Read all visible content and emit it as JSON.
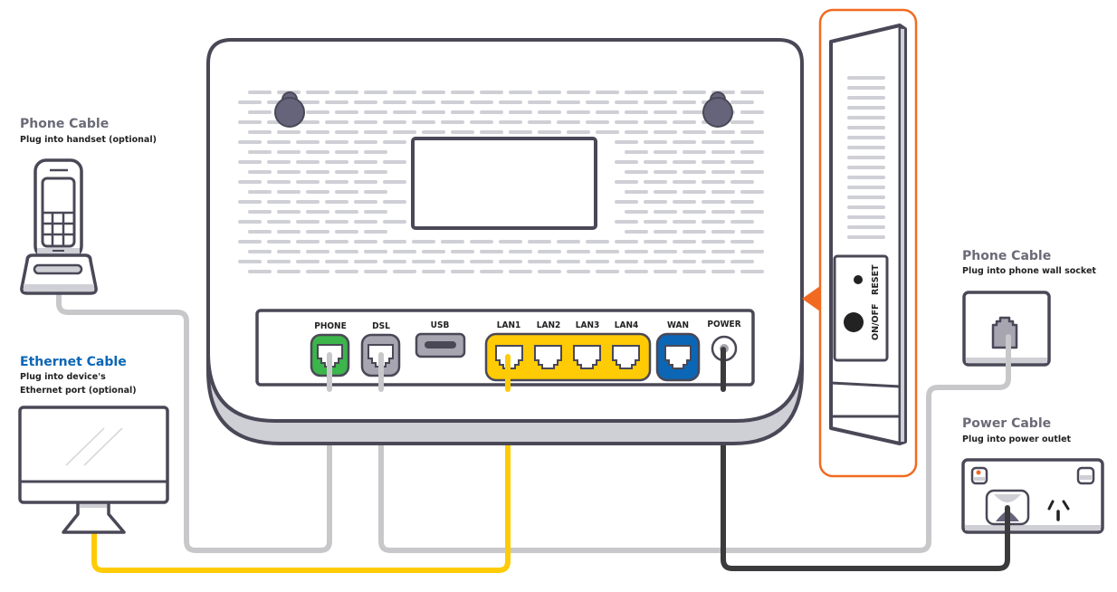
{
  "colors": {
    "outline": "#4a4857",
    "phone_port": "#3cb54a",
    "dsl_port": "#a6a5b0",
    "lan_ports": "#ffcb05",
    "wan_port": "#0b66b5",
    "highlight": "#f26a21",
    "grey_cable": "#c8c8cb",
    "yellow_cable": "#ffcb05",
    "power_cable": "#3b3b3d",
    "vent": "#cfcfd6",
    "title_grey": "#6b6a78",
    "title_blue": "#0b66b5"
  },
  "callouts": {
    "handset": {
      "title": "Phone Cable",
      "subtitle": "Plug into handset (optional)",
      "icon": "cordless-phone-icon"
    },
    "computer": {
      "title": "Ethernet Cable",
      "subtitle_line1": "Plug into device's",
      "subtitle_line2": "Ethernet port (optional)",
      "icon": "desktop-monitor-icon"
    },
    "wall_socket": {
      "title": "Phone Cable",
      "subtitle": "Plug into phone wall socket",
      "icon": "phone-wall-socket-icon"
    },
    "power_outlet": {
      "title": "Power Cable",
      "subtitle": "Plug into power outlet",
      "icon": "power-outlet-icon"
    }
  },
  "router": {
    "ports": [
      {
        "id": "phone",
        "label": "PHONE",
        "type": "rj11"
      },
      {
        "id": "dsl",
        "label": "DSL",
        "type": "rj11"
      },
      {
        "id": "usb",
        "label": "USB",
        "type": "usb"
      },
      {
        "id": "lan1",
        "label": "LAN1",
        "type": "rj45"
      },
      {
        "id": "lan2",
        "label": "LAN2",
        "type": "rj45"
      },
      {
        "id": "lan3",
        "label": "LAN3",
        "type": "rj45"
      },
      {
        "id": "lan4",
        "label": "LAN4",
        "type": "rj45"
      },
      {
        "id": "wan",
        "label": "WAN",
        "type": "rj45"
      },
      {
        "id": "power",
        "label": "POWER",
        "type": "dc"
      }
    ],
    "side_buttons": {
      "reset": "RESET",
      "onoff": "ON/OFF"
    }
  },
  "connections": [
    {
      "from": "phone",
      "to": "handset",
      "cable": "grey"
    },
    {
      "from": "dsl",
      "to": "wall_socket",
      "cable": "grey"
    },
    {
      "from": "lan1",
      "to": "computer",
      "cable": "yellow"
    },
    {
      "from": "power",
      "to": "power_outlet",
      "cable": "black"
    }
  ]
}
